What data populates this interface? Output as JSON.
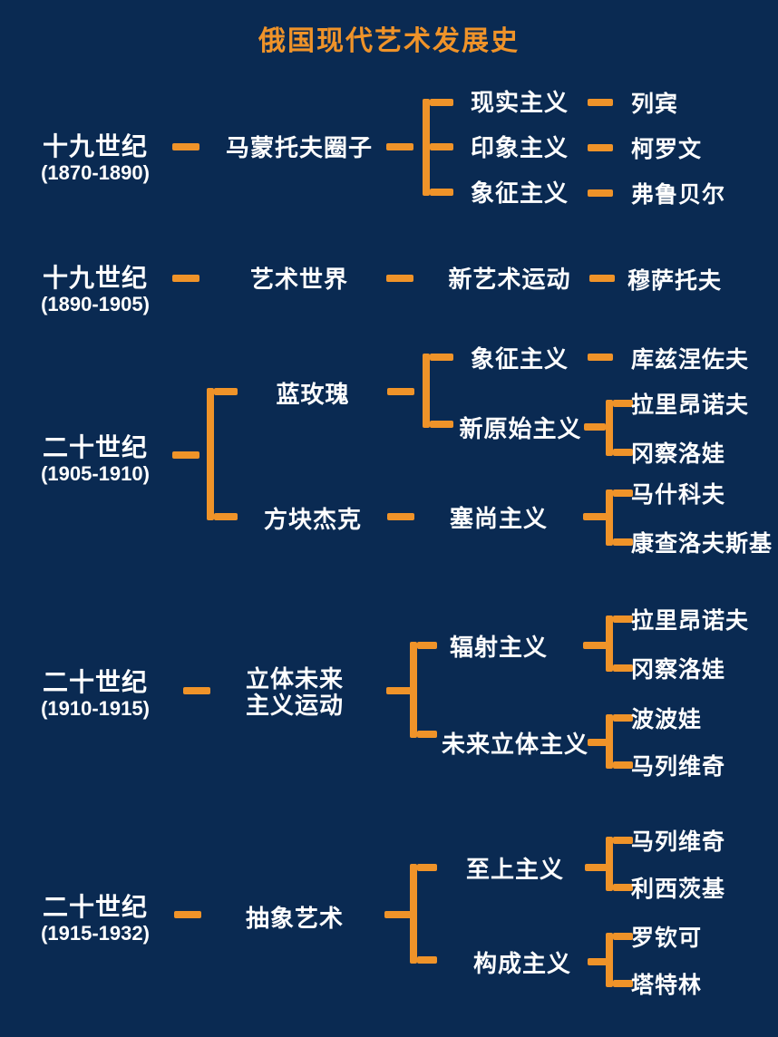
{
  "title": "俄国现代艺术发展史",
  "colors": {
    "background": "#0a2a52",
    "accent": "#ef9329",
    "text": "#ffffff"
  },
  "rows": [
    {
      "era": "十九世纪",
      "period": "(1870-1890)",
      "groups": [
        {
          "name": [
            "马蒙托夫圈子"
          ],
          "branches": [
            {
              "movement": "现实主义",
              "artists": [
                "列宾"
              ]
            },
            {
              "movement": "印象主义",
              "artists": [
                "柯罗文"
              ]
            },
            {
              "movement": "象征主义",
              "artists": [
                "弗鲁贝尔"
              ]
            }
          ]
        }
      ]
    },
    {
      "era": "十九世纪",
      "period": "(1890-1905)",
      "groups": [
        {
          "name": [
            "艺术世界"
          ],
          "branches": [
            {
              "movement": "新艺术运动",
              "artists": [
                "穆萨托夫"
              ]
            }
          ]
        }
      ]
    },
    {
      "era": "二十世纪",
      "period": "(1905-1910)",
      "groups": [
        {
          "name": [
            "蓝玫瑰"
          ],
          "branches": [
            {
              "movement": "象征主义",
              "artists": [
                "库兹涅佐夫"
              ]
            },
            {
              "movement": "新原始主义",
              "artists": [
                "拉里昂诺夫",
                "冈察洛娃"
              ]
            }
          ]
        },
        {
          "name": [
            "方块杰克"
          ],
          "branches": [
            {
              "movement": "塞尚主义",
              "artists": [
                "马什科夫",
                "康查洛夫斯基"
              ]
            }
          ]
        }
      ]
    },
    {
      "era": "二十世纪",
      "period": "(1910-1915)",
      "groups": [
        {
          "name": [
            "立体未来",
            "主义运动"
          ],
          "branches": [
            {
              "movement": "辐射主义",
              "artists": [
                "拉里昂诺夫",
                "冈察洛娃"
              ]
            },
            {
              "movement": "未来立体主义",
              "artists": [
                "波波娃",
                "马列维奇"
              ]
            }
          ]
        }
      ]
    },
    {
      "era": "二十世纪",
      "period": "(1915-1932)",
      "groups": [
        {
          "name": [
            "抽象艺术"
          ],
          "branches": [
            {
              "movement": "至上主义",
              "artists": [
                "马列维奇",
                "利西茨基"
              ]
            },
            {
              "movement": "构成主义",
              "artists": [
                "罗钦可",
                "塔特林"
              ]
            }
          ]
        }
      ]
    }
  ]
}
